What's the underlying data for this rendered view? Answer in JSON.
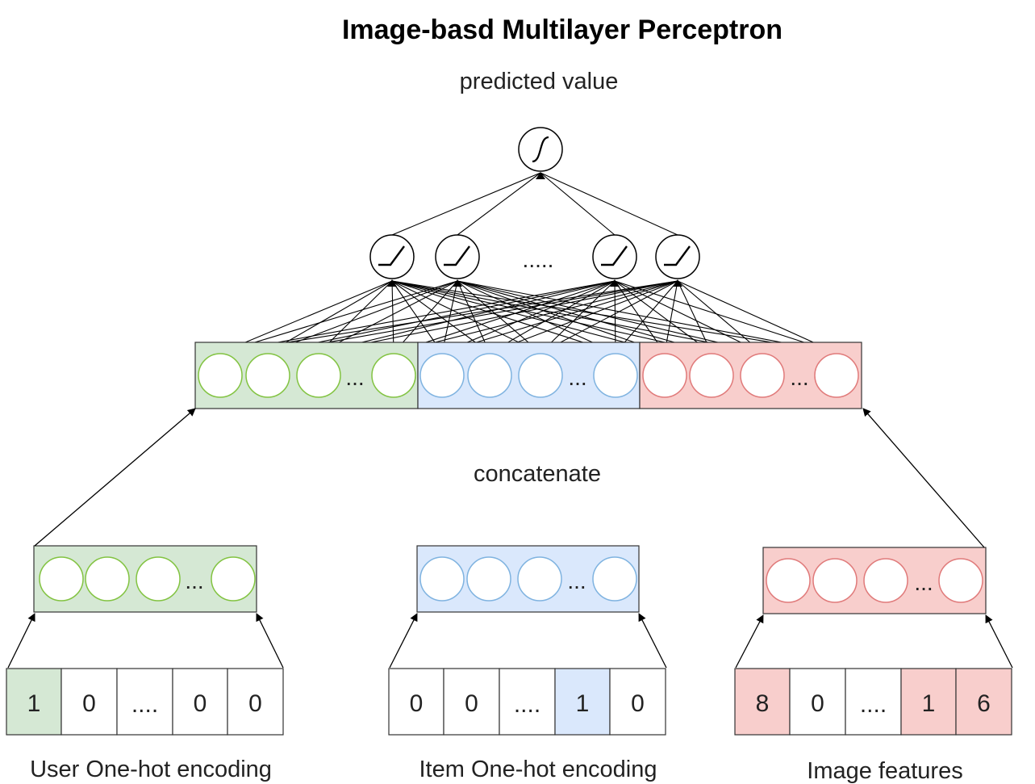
{
  "title": "Image-basd Multilayer Perceptron",
  "labels": {
    "predicted": "predicted value",
    "concatenate": "concatenate",
    "user": "User One-hot encoding",
    "item": "Item One-hot encoding",
    "image": "Image features"
  },
  "hidden_layer_ellipsis": ".....",
  "embedding_ellipsis": "...",
  "colors": {
    "green_fill": "#d5e8d4",
    "green_stroke": "#82c341",
    "blue_fill": "#dae8fc",
    "blue_stroke": "#7fb3e0",
    "red_fill": "#f8cecc",
    "red_stroke": "#e07a7a"
  },
  "inputs": {
    "user": [
      {
        "text": "1",
        "highlight": true
      },
      {
        "text": "0",
        "highlight": false
      },
      {
        "text": "....",
        "highlight": false
      },
      {
        "text": "0",
        "highlight": false
      },
      {
        "text": "0",
        "highlight": false
      }
    ],
    "item": [
      {
        "text": "0",
        "highlight": false
      },
      {
        "text": "0",
        "highlight": false
      },
      {
        "text": "....",
        "highlight": false
      },
      {
        "text": "1",
        "highlight": true
      },
      {
        "text": "0",
        "highlight": false
      }
    ],
    "image": [
      {
        "text": "8",
        "highlight": true
      },
      {
        "text": "0",
        "highlight": false
      },
      {
        "text": "....",
        "highlight": false
      },
      {
        "text": "1",
        "highlight": true
      },
      {
        "text": "6",
        "highlight": true
      }
    ]
  },
  "icons": {
    "output": "sigmoid-icon",
    "hidden": "relu-icon"
  }
}
